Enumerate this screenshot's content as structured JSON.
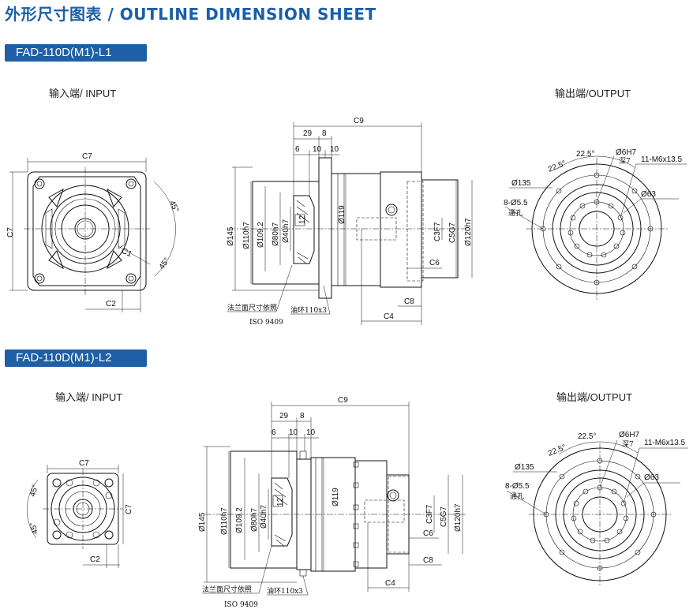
{
  "page_title": "外形尺寸图表 / OUTLINE DIMENSION SHEET",
  "sections": [
    {
      "model": "FAD-110D(M1)-L1",
      "input_label": "输入端/ INPUT",
      "output_label": "输出端/OUTPUT"
    },
    {
      "model": "FAD-110D(M1)-L2",
      "input_label": "输入端/ INPUT",
      "output_label": "输出端/OUTPUT"
    }
  ],
  "dims": {
    "c7": "C7",
    "c2": "C2",
    "c1": "C1",
    "angle45": "45°",
    "c9": "C9",
    "d29": "29",
    "d8": "8",
    "d6": "6",
    "d10a": "10",
    "d10b": "10",
    "d145": "Ø145",
    "d110": "Ø110h7",
    "d109": "Ø109.2",
    "d80": "Ø80h7",
    "d40": "Ø40h7",
    "d12": "12",
    "d119": "Ø119",
    "c3": "C3F7",
    "c5": "C5G7",
    "d120": "Ø120h7",
    "c6": "C6",
    "c8": "C8",
    "c4": "C4",
    "flange_note": "法兰面尺寸依照",
    "iso": "ISO 9409",
    "oil_ring": "油环110x3",
    "pcd135": "Ø135",
    "holes": "8-Ø5.5",
    "through": "通孔",
    "a225a": "22.5°",
    "a225b": "22.5°",
    "d6h7": "Ø6H7",
    "depth7": "深7",
    "thread": "11-M6x13.5",
    "pcd63": "Ø63"
  }
}
